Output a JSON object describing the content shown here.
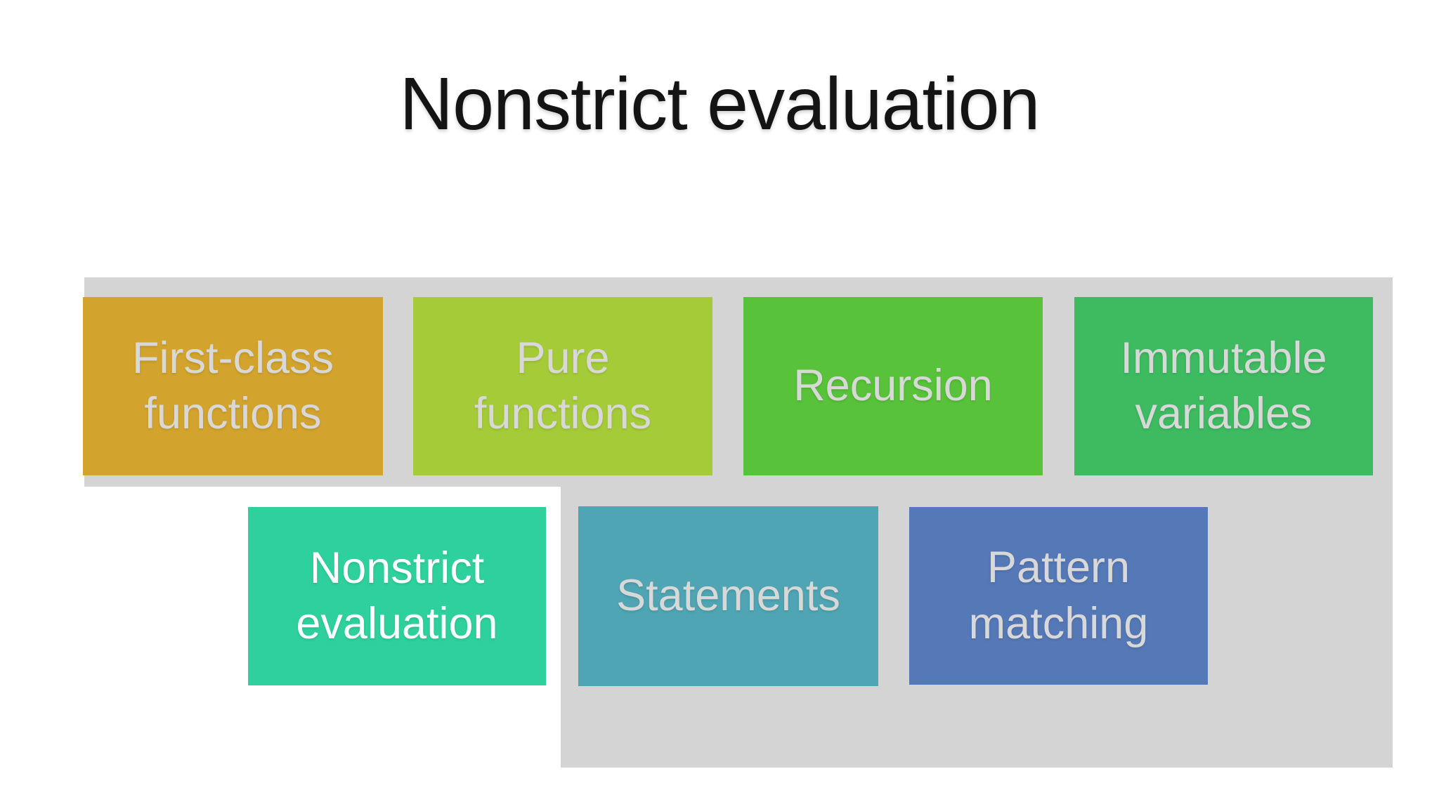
{
  "slide": {
    "title": "Nonstrict evaluation",
    "title_color": "#141414",
    "background_color": "#ffffff",
    "backdrop_color": "#d4d4d4"
  },
  "boxes": [
    {
      "id": "first-class-functions",
      "label": "First-class\nfunctions",
      "color": "#d2a42d",
      "text_color": "#d8d8d8"
    },
    {
      "id": "pure-functions",
      "label": "Pure\nfunctions",
      "color": "#a5cb38",
      "text_color": "#d8d8d8"
    },
    {
      "id": "recursion",
      "label": "Recursion",
      "color": "#58c23a",
      "text_color": "#d8d8d8"
    },
    {
      "id": "immutable-variables",
      "label": "Immutable\nvariables",
      "color": "#3eba60",
      "text_color": "#d8d8d8"
    },
    {
      "id": "nonstrict-evaluation",
      "label": "Nonstrict\nevaluation",
      "color": "#2ed19d",
      "text_color": "#ffffff"
    },
    {
      "id": "statements",
      "label": "Statements",
      "color": "#4fa5b3",
      "text_color": "#d8d8d8"
    },
    {
      "id": "pattern-matching",
      "label": "Pattern\nmatching",
      "color": "#5578b6",
      "text_color": "#d8d8d8"
    }
  ]
}
